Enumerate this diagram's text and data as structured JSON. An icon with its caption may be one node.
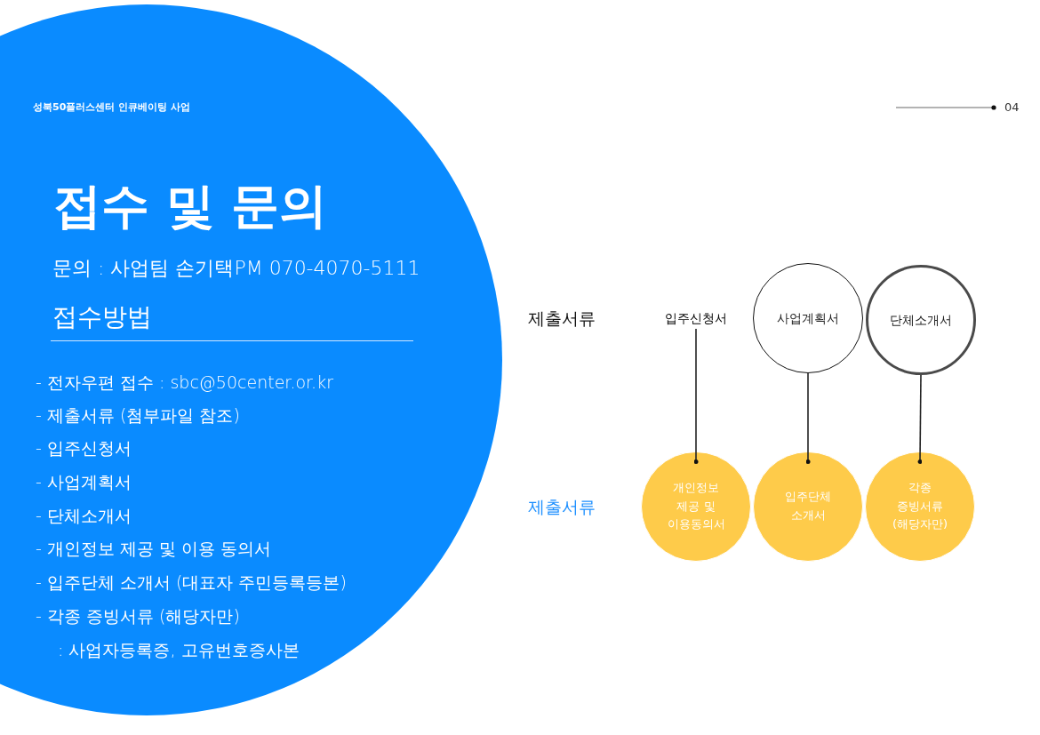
{
  "diagram": {
    "title": "접수 및 문의",
    "nodes": [
      {
        "text": [
          "입주신청서"
        ]
      },
      {
        "text": [
          "사업계획서"
        ]
      },
      {
        "text": [
          "단체소개서"
        ]
      },
      {
        "text": [
          "개인정보 제공 및 이용동의서"
        ]
      },
      {
        "text": [
          "입주단체 소개서"
        ]
      },
      {
        "text": [
          "각종 증빙서류 (해당자만)"
        ]
      }
    ],
    "edges": [
      {
        "from": 0,
        "to": 3,
        "arrow": "other"
      },
      {
        "from": 1,
        "to": 4,
        "arrow": "other"
      },
      {
        "from": 2,
        "to": 5,
        "arrow": "other"
      }
    ],
    "labels": [
      "성북50플러스센터 인큐베이팅 사업",
      "04",
      "문의 : 사업팀 손기택PM 070-4070-5111",
      "접수방법",
      "- 전자우편 접수 : sbc@50center.or.kr",
      "- 제출서류 (첨부파일 참조)",
      "- 입주신청서",
      "- 사업계획서",
      "- 단체소개서",
      "- 개인정보 제공 및 이용 동의서",
      "- 입주단체 소개서 (대표자 주민등록등본)",
      "- 각종 증빙서류 (해당자만)",
      ": 사업자등록증, 고유번호증사본",
      "제출서류",
      "제출서류"
    ]
  }
}
